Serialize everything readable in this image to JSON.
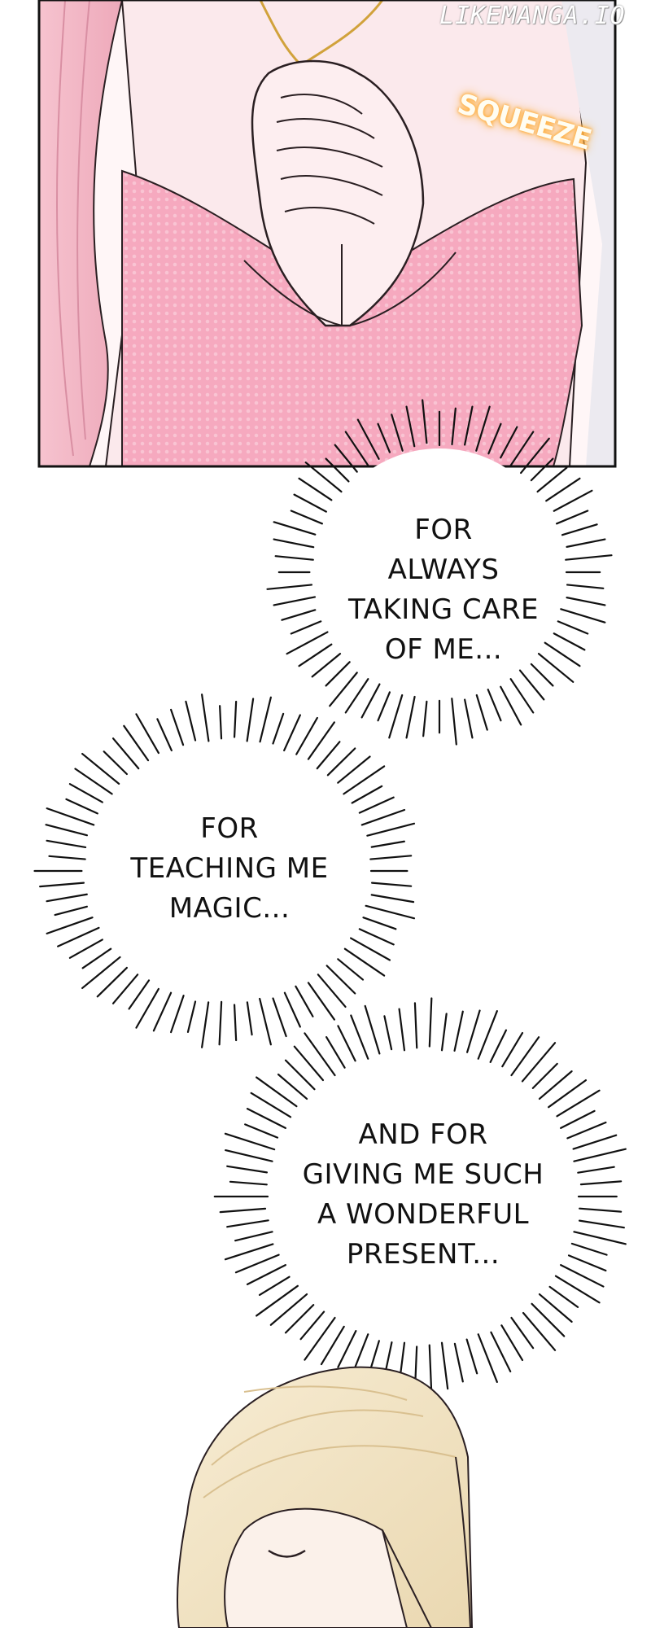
{
  "watermark": "LIKEMANGA.IO",
  "panel_top": {
    "sfx": "SQUEEZE",
    "colors": {
      "dress": "#f4a6bd",
      "skin": "#fbe9ec",
      "hair": "#f2b8c6",
      "line": "#2a1f22"
    }
  },
  "bubbles": [
    {
      "lines": [
        "FOR",
        "ALWAYS",
        "TAKING CARE",
        "OF ME..."
      ]
    },
    {
      "lines": [
        "FOR",
        "TEACHING ME",
        "MAGIC..."
      ]
    },
    {
      "lines": [
        "AND FOR",
        "GIVING ME SUCH",
        "A WONDERFUL",
        "PRESENT..."
      ]
    }
  ],
  "panel_bottom": {
    "colors": {
      "hair": "#f3e4c6",
      "hair_shade": "#e3cfa3",
      "skin": "#fbf1ea"
    }
  }
}
